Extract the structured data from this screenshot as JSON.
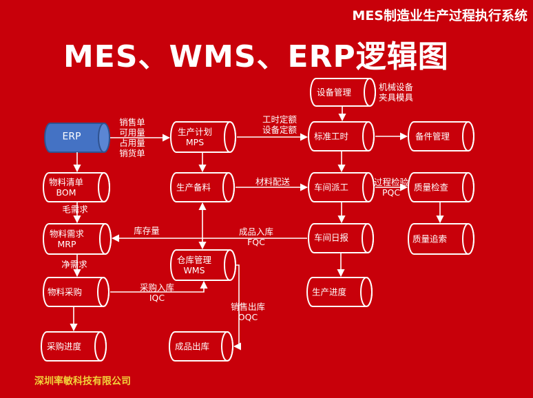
{
  "header": {
    "system_title": "MES制造业生产过程执行系统",
    "main_title": "MES、WMS、ERP逻辑图"
  },
  "footer": {
    "company": "深圳率敏科技有限公司"
  },
  "colors": {
    "background": "#c8000a",
    "erp_fill": "#4472c4",
    "line": "#ffffff",
    "company_text": "#f2d23a"
  },
  "nodes": {
    "erp": "ERP",
    "bom": [
      "物料清单",
      "BOM"
    ],
    "mrp": [
      "物料需求",
      "MRP"
    ],
    "purchase": "物料采购",
    "purchase_progress": "采购进度",
    "mps": [
      "生产计划",
      "MPS"
    ],
    "prep": "生产备料",
    "wms": [
      "仓库管理",
      "WMS"
    ],
    "fg_out": "成品出库",
    "equipment": "设备管理",
    "std_time": "标准工时",
    "dispatch": "车间派工",
    "daily_report": "车间日报",
    "prod_progress": "生产进度",
    "spare_parts": "备件管理",
    "quality_check": "质量检查",
    "quality_trace": "质量追索"
  },
  "edge_labels": {
    "erp_mps": [
      "销售单",
      "可用量",
      "占用量",
      "销货单"
    ],
    "mps_std": [
      "工时定额",
      "设备定额"
    ],
    "prep_dispatch": "材料配送",
    "dispatch_quality": [
      "过程检验",
      "PQC"
    ],
    "bom_mrp": "毛需求",
    "mrp_purchase": "净需求",
    "daily_mrp_stock": "库存量",
    "daily_mrp_fqc": [
      "成品入库",
      "FQC"
    ],
    "purchase_wms": [
      "采购入库",
      "IQC"
    ],
    "wms_fg": [
      "销售出库",
      "OQC"
    ],
    "equipment_note": [
      "机械设备",
      "夹具模具"
    ]
  }
}
